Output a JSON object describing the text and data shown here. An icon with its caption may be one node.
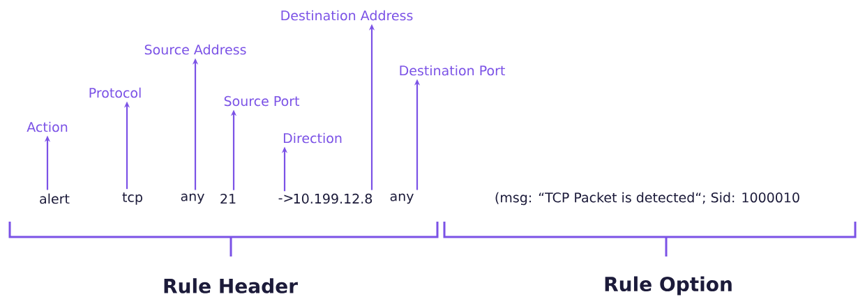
{
  "diagram": {
    "nodes": [
      {
        "text": [
          "alert"
        ]
      },
      {
        "text": [
          "tcp"
        ]
      },
      {
        "text": [
          "any"
        ]
      },
      {
        "text": [
          "21"
        ]
      },
      {
        "text": [
          "->"
        ]
      },
      {
        "text": [
          "10.199.12.8"
        ]
      },
      {
        "text": [
          "any"
        ]
      },
      {
        "text": [
          "(msg: “TCP Packet is detected“; Sid: 1000010"
        ]
      },
      {
        "text": [
          "Action"
        ]
      },
      {
        "text": [
          "Protocol"
        ]
      },
      {
        "text": [
          "Source Address"
        ]
      },
      {
        "text": [
          "Source Port"
        ]
      },
      {
        "text": [
          "Direction"
        ]
      },
      {
        "text": [
          "Destination Address"
        ]
      },
      {
        "text": [
          "Destination Port"
        ]
      }
    ],
    "edges": [
      {
        "from": 0,
        "to": 8,
        "arrow": "to"
      },
      {
        "from": 1,
        "to": 9,
        "arrow": "to"
      },
      {
        "from": 2,
        "to": 10,
        "arrow": "to"
      },
      {
        "from": 3,
        "to": 11,
        "arrow": "to"
      },
      {
        "from": 4,
        "to": 12,
        "arrow": "to"
      },
      {
        "from": 5,
        "to": 13,
        "arrow": "to"
      },
      {
        "from": 6,
        "to": 14,
        "arrow": "to"
      }
    ],
    "labels": [
      "Rule Header",
      "Rule Option"
    ]
  }
}
